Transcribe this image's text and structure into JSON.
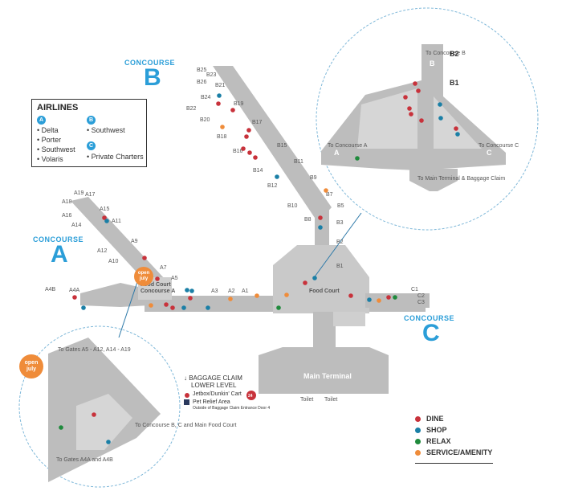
{
  "concourses": {
    "a": {
      "word": "CONCOURSE",
      "letter": "A"
    },
    "b": {
      "word": "CONCOURSE",
      "letter": "B"
    },
    "c": {
      "word": "CONCOURSE",
      "letter": "C"
    }
  },
  "airlines": {
    "title": "AIRLINES",
    "groups": [
      {
        "badge": "A",
        "items": [
          "Delta",
          "Porter",
          "Southwest",
          "Volaris"
        ]
      },
      {
        "badge": "B",
        "items": [
          "Southwest"
        ]
      },
      {
        "badge": "C",
        "items": [
          "Private Charters"
        ]
      }
    ]
  },
  "legend": [
    {
      "label": "DINE",
      "color": "#c8323b"
    },
    {
      "label": "SHOP",
      "color": "#1a7fa6"
    },
    {
      "label": "RELAX",
      "color": "#1f8a3c"
    },
    {
      "label": "SERVICE/AMENITY",
      "color": "#ef8c3a"
    }
  ],
  "baggage": {
    "heading_line1": "↓ BAGGAGE CLAIM",
    "heading_line2": "LOWER LEVEL",
    "jetbox": "Jetbox/Dunkin' Cart",
    "pet_relief": "Pet Relief Area",
    "pet_relief_note": "Outside of Baggage Claim Entrance Door 4",
    "badge_24": "24"
  },
  "gates": {
    "concourse_b": [
      "B25",
      "B26",
      "B23",
      "B24",
      "B21",
      "B22",
      "B19",
      "B20",
      "B17",
      "B18",
      "B15",
      "B16",
      "B14",
      "B11",
      "B12",
      "B9",
      "B10",
      "B7",
      "B5",
      "B8",
      "B3",
      "B2",
      "B1"
    ],
    "concourse_a": [
      "A19",
      "A17",
      "A18",
      "A16",
      "A14",
      "A15",
      "A11",
      "A12",
      "A9",
      "A10",
      "A7",
      "A5",
      "A4B",
      "A4A",
      "A3",
      "A2",
      "A1"
    ],
    "concourse_c": [
      "C1",
      "C2",
      "C3"
    ],
    "inset_b": [
      "B2",
      "B1"
    ]
  },
  "labels": {
    "food_court": "Food Court",
    "food_court_a_line1": "Food Court",
    "food_court_a_line2": "Concourse A",
    "main_terminal": "Main Terminal",
    "toilet": "Toilet",
    "open_line1": "open",
    "open_line2": "july",
    "inset_b_to_concourse_b": "To Concourse B",
    "inset_b_to_concourse_a": "To Concourse A",
    "inset_b_to_concourse_c": "To Concourse C",
    "inset_b_to_main": "To Main Terminal & Baggage Claim",
    "inset_a_to_gates_top": "To Gates A5 - A12, A14 - A19",
    "inset_a_to_concourse": "To Concourse B, C and Main Food Court",
    "inset_a_to_gates_bottom": "To Gates A4A and A4B"
  }
}
